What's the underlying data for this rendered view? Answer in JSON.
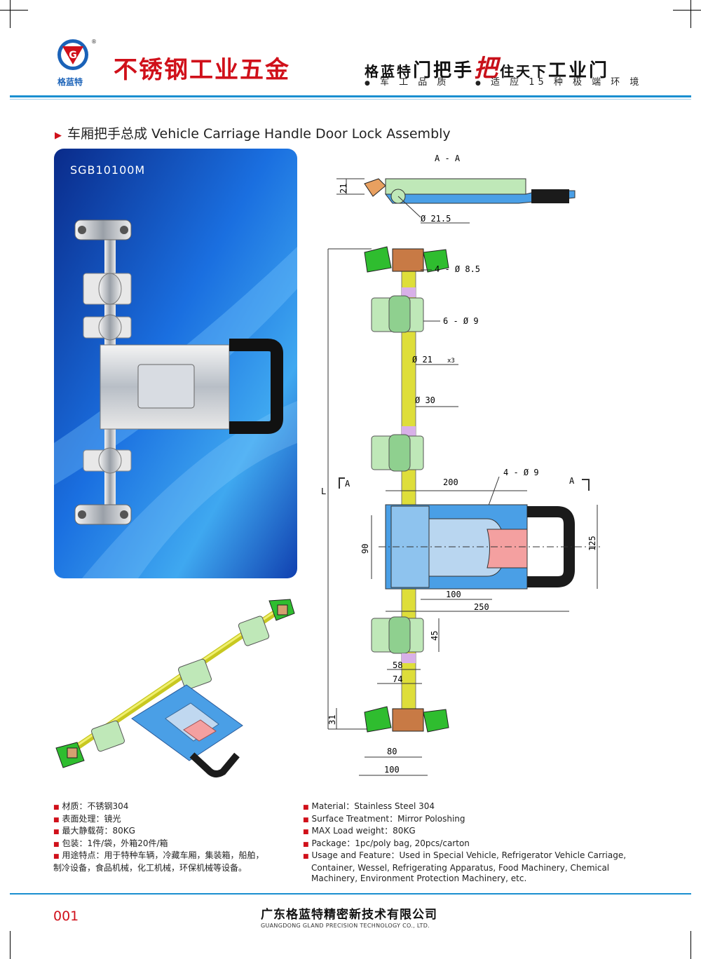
{
  "header": {
    "logo_text": "格蓝特",
    "logo_mark": "®",
    "brand_title": "不锈钢工业五金",
    "slogan_part1": "格蓝特",
    "slogan_part2": "门把手",
    "slogan_part3": "把",
    "slogan_part4": "住天下",
    "slogan_part5": "工业门",
    "tag1": "军 工 品 质",
    "tag2": "适 应 15 种 极 端 环 境"
  },
  "section": {
    "title": "车厢把手总成 Vehicle Carriage Handle Door Lock Assembly",
    "model": "SGB10100M"
  },
  "drawing": {
    "section_label": "A - A",
    "dim_21": "21",
    "dim_phi215": "Ø 21.5",
    "dim_4phi85": "4 - Ø 8.5",
    "dim_6phi9": "6 - Ø 9",
    "dim_phi21x3": "Ø 21",
    "dim_x3": "x3",
    "dim_phi30": "Ø 30",
    "dim_4phi9": "4 - Ø 9",
    "dim_200": "200",
    "dim_A_left": "A",
    "dim_A_right": "A",
    "dim_L": "L",
    "dim_90": "90",
    "dim_125": "125",
    "dim_100a": "100",
    "dim_250": "250",
    "dim_45": "45",
    "dim_58": "58",
    "dim_74": "74",
    "dim_31": "31",
    "dim_80": "80",
    "dim_100b": "100"
  },
  "specs_cn": [
    "材质：不锈钢304",
    "表面处理：镜光",
    "最大静载荷：80KG",
    "包装：1件/袋，外箱20件/箱",
    "用途特点：用于特种车辆，冷藏车厢，集装箱，船舶，",
    "制冷设备，食品机械，化工机械，环保机械等设备。"
  ],
  "specs_en": [
    "Material：Stainless Steel 304",
    "Surface Treatment：Mirror Poloshing",
    "MAX Load weight：80KG",
    "Package：1pc/poly bag,  20pcs/carton",
    "Usage and Feature：Used in Special Vehicle, Refrigerator Vehicle Carriage,",
    "Container, Wessel, Refrigerating Apparatus, Food Machinery, Chemical",
    "Machinery, Environment Protection Machinery, etc."
  ],
  "footer": {
    "page_number": "001",
    "company_cn": "广东格蓝特精密新技术有限公司",
    "company_en": "GUANGDONG GLAND PRECISION TECHNOLOGY CO., LTD."
  },
  "colors": {
    "brand_red": "#d0101a",
    "brand_blue": "#1a8fd0",
    "shaft_yellow": "#dede3a",
    "bracket_green": "#bfe8b8",
    "plate_blue": "#4a9fe6",
    "handle_black": "#1b1b1b"
  }
}
